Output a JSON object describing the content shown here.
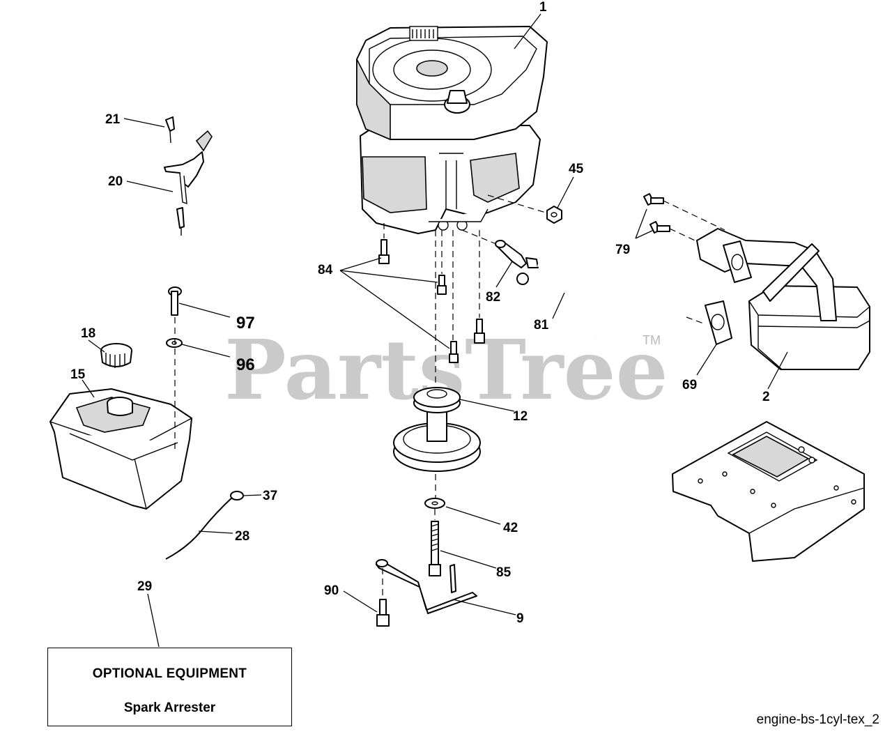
{
  "watermark": {
    "text": "PartsTree",
    "trademark": "TM"
  },
  "callouts": [
    {
      "id": "1",
      "label": "1"
    },
    {
      "id": "2",
      "label": "2"
    },
    {
      "id": "9",
      "label": "9"
    },
    {
      "id": "12",
      "label": "12"
    },
    {
      "id": "15",
      "label": "15"
    },
    {
      "id": "18",
      "label": "18"
    },
    {
      "id": "20",
      "label": "20"
    },
    {
      "id": "21",
      "label": "21"
    },
    {
      "id": "28",
      "label": "28"
    },
    {
      "id": "29",
      "label": "29"
    },
    {
      "id": "37",
      "label": "37"
    },
    {
      "id": "42",
      "label": "42"
    },
    {
      "id": "45",
      "label": "45"
    },
    {
      "id": "69",
      "label": "69"
    },
    {
      "id": "79",
      "label": "79"
    },
    {
      "id": "81",
      "label": "81"
    },
    {
      "id": "82",
      "label": "82"
    },
    {
      "id": "84",
      "label": "84"
    },
    {
      "id": "85",
      "label": "85"
    },
    {
      "id": "90",
      "label": "90"
    },
    {
      "id": "96",
      "label": "96"
    },
    {
      "id": "97",
      "label": "97"
    }
  ],
  "optional_equipment": {
    "title": "OPTIONAL EQUIPMENT",
    "item": "Spark Arrester"
  },
  "diagram_code": "engine-bs-1cyl-tex_2"
}
